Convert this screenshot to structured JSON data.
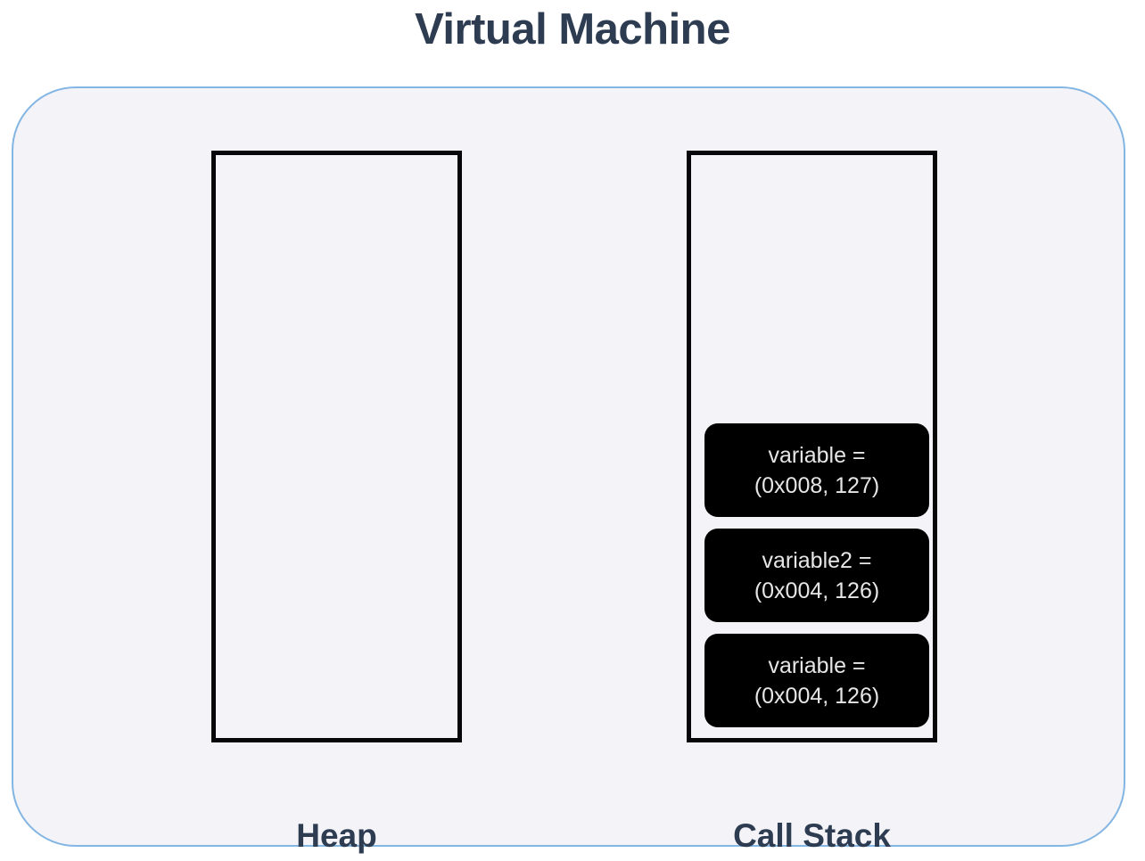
{
  "diagram": {
    "title": "Virtual Machine",
    "title_color": "#2d3c51",
    "container_fill": "#f3f3f8",
    "container_border_color": "#84b6e3",
    "regions": {
      "heap": {
        "label": "Heap",
        "border_color": "#07070a",
        "contents": []
      },
      "call_stack": {
        "label": "Call Stack",
        "border_color": "#07070a",
        "frame_fill": "#000000",
        "frame_text_color": "#e6e6e6",
        "frames": [
          {
            "name": "variable =",
            "value": "(0x008, 127)"
          },
          {
            "name": "variable2 =",
            "value": "(0x004, 126)"
          },
          {
            "name": "variable =",
            "value": "(0x004, 126)"
          }
        ]
      }
    }
  }
}
